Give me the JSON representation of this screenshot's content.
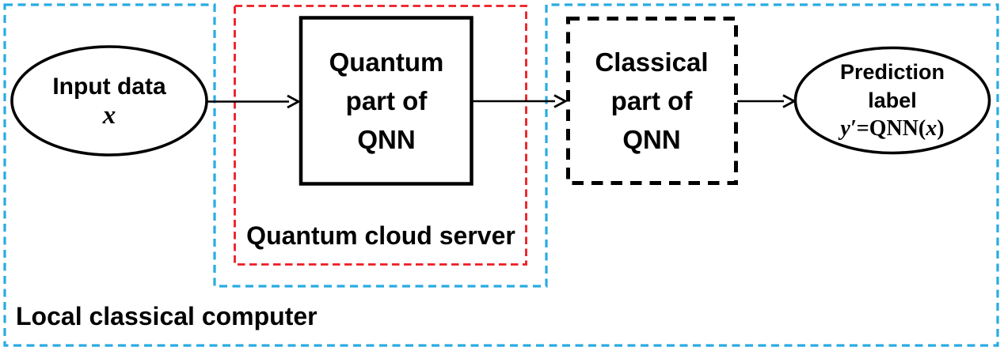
{
  "nodes": {
    "input": {
      "line1": "Input data",
      "symbol": "x"
    },
    "quantum": {
      "line1": "Quantum",
      "line2": "part of",
      "line3": "QNN"
    },
    "classical": {
      "line1": "Classical",
      "line2": "part of",
      "line3": "QNN"
    },
    "prediction": {
      "line1": "Prediction",
      "line2": "label",
      "formula": {
        "p1": "y′",
        "p2": "=QNN(",
        "p3": "x",
        "p4": ")"
      }
    }
  },
  "containers": {
    "quantum_cloud_server": {
      "label": "Quantum cloud server",
      "border_color": "#ED1C24"
    },
    "local_classical_computer": {
      "label": "Local classical computer",
      "border_color": "#29ABE2"
    }
  },
  "colors": {
    "node_border": "#000000",
    "text": "#000000",
    "background": "#FFFFFF"
  }
}
